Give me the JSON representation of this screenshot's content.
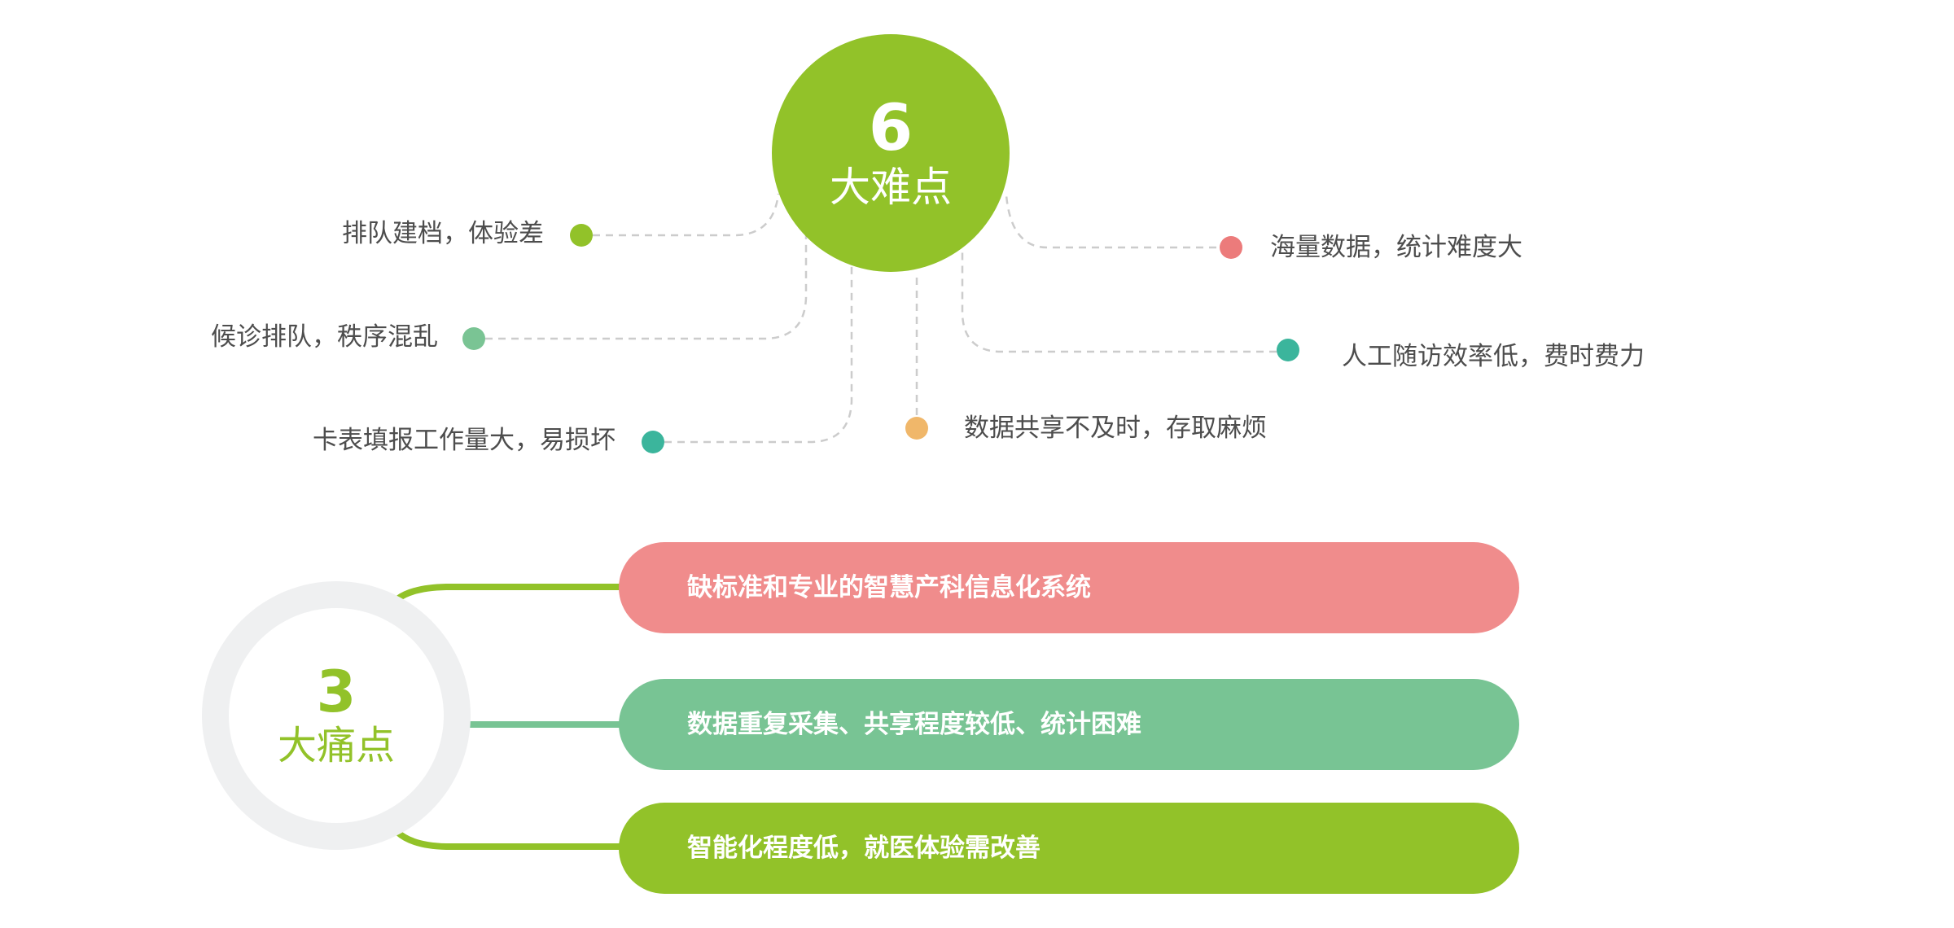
{
  "difficulties": {
    "number": "6",
    "label": "大难点",
    "hub_color": "#92c229",
    "connector_color": "#cccccc",
    "items": [
      {
        "text": "排队建档，体验差",
        "color": "#92c229"
      },
      {
        "text": "候诊排队，秩序混乱",
        "color": "#7ac494"
      },
      {
        "text": "卡表填报工作量大，易损坏",
        "color": "#3bb59c"
      },
      {
        "text": "数据共享不及时，存取麻烦",
        "color": "#f0b76a"
      },
      {
        "text": "海量数据，统计难度大",
        "color": "#ec7b7b"
      },
      {
        "text": "人工随访效率低，费时费力",
        "color": "#3bb59c"
      }
    ]
  },
  "pain_points": {
    "number": "3",
    "label": "大痛点",
    "number_color": "#92c229",
    "ring_color": "#eff0f1",
    "items": [
      {
        "text": "缺标准和专业的智慧产科信息化系统",
        "color": "#f08c8c",
        "connector_color": "#92c229"
      },
      {
        "text": "数据重复采集、共享程度较低、统计困难",
        "color": "#78c494",
        "connector_color": "#78c494"
      },
      {
        "text": "智能化程度低，就医体验需改善",
        "color": "#92c229",
        "connector_color": "#92c229"
      }
    ]
  }
}
